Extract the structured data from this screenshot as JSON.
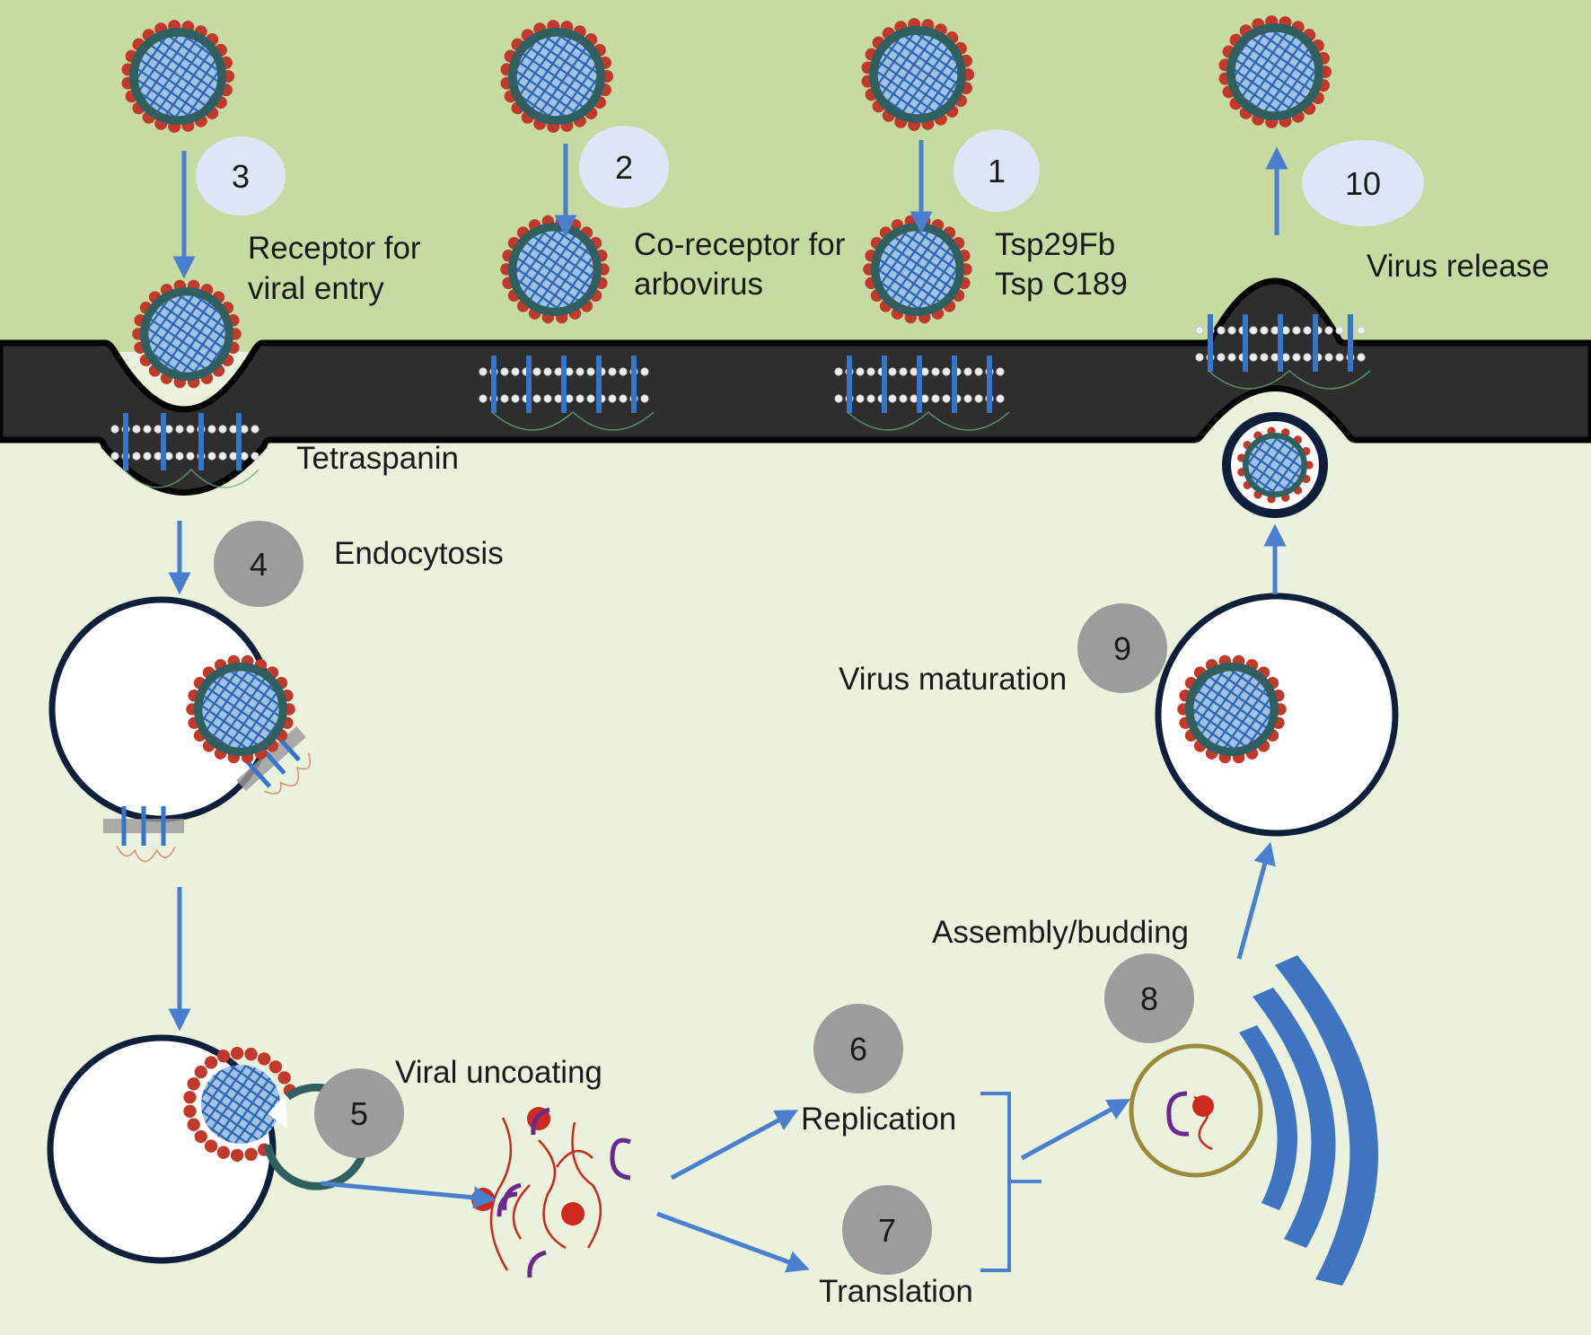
{
  "diagram": {
    "colors": {
      "extracellular": "#c6dba2",
      "cytoplasm": "#eaf1dd",
      "membrane": "#2e2e2e",
      "membrane_edge": "#050505",
      "arrow": "#4a7fd0",
      "step_badge_outside": "#dde6f5",
      "step_badge_inside": "#9c9c9c",
      "virus_core": "#3a79c4",
      "virus_shell": "#2f5f5f",
      "virus_spike": "#c0392b",
      "golgi": "#3f75c0",
      "vesicle_ring": "#9a8a3c",
      "rna_red": "#cc2a1c",
      "rna_purple": "#6a2a8c"
    },
    "steps": [
      {
        "id": "1",
        "badge": "1",
        "zone": "outside"
      },
      {
        "id": "2",
        "badge": "2",
        "zone": "outside"
      },
      {
        "id": "3",
        "badge": "3",
        "zone": "outside"
      },
      {
        "id": "4",
        "badge": "4",
        "zone": "inside"
      },
      {
        "id": "5",
        "badge": "5",
        "zone": "inside"
      },
      {
        "id": "6",
        "badge": "6",
        "zone": "inside"
      },
      {
        "id": "7",
        "badge": "7",
        "zone": "inside"
      },
      {
        "id": "8",
        "badge": "8",
        "zone": "inside"
      },
      {
        "id": "9",
        "badge": "9",
        "zone": "inside"
      },
      {
        "id": "10",
        "badge": "10",
        "zone": "outside"
      }
    ],
    "labels": {
      "receptor_line1": "Receptor for",
      "receptor_line2": "viral entry",
      "coreceptor_line1": "Co-receptor for",
      "coreceptor_line2": "arbovirus",
      "tsp_line1": "Tsp29Fb",
      "tsp_line2": "Tsp C189",
      "virus_release": "Virus release",
      "tetraspanin": "Tetraspanin",
      "endocytosis": "Endocytosis",
      "virus_maturation": "Virus maturation",
      "assembly_budding": "Assembly/budding",
      "viral_uncoating": "Viral uncoating",
      "replication": "Replication",
      "translation": "Translation"
    }
  }
}
